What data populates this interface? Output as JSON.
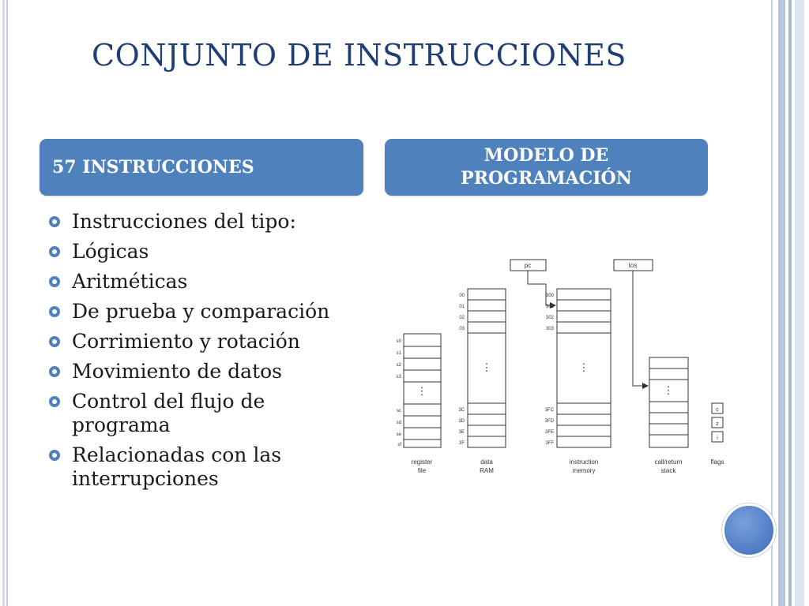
{
  "slide": {
    "title": "CONJUNTO DE INSTRUCCIONES",
    "left_header": "57 INSTRUCCIONES",
    "right_header_line1": "MODELO DE",
    "right_header_line2": "PROGRAMACIÓN",
    "bullets": [
      "Instrucciones del tipo:",
      "Lógicas",
      "Aritméticas",
      "De prueba y comparación",
      "Corrimiento y rotación",
      "Movimiento de datos",
      "Control del flujo de programa",
      "Relacionadas con las interrupciones"
    ]
  },
  "diagram": {
    "pc_label": "pc",
    "tos_label": "tos",
    "register_file": {
      "top_cells": [
        "s0",
        "s1",
        "s2",
        "s3"
      ],
      "bottom_cells": [
        "sc",
        "sd",
        "se",
        "sf"
      ],
      "label_line1": "register",
      "label_line2": "file"
    },
    "data_ram": {
      "top_cells": [
        "00",
        "01",
        "02",
        "03"
      ],
      "bottom_cells": [
        "3C",
        "3D",
        "3E",
        "3F"
      ],
      "label_line1": "data",
      "label_line2": "RAM"
    },
    "instruction_memory": {
      "top_cells": [
        "300",
        "301",
        "302",
        "303"
      ],
      "bottom_cells": [
        "3FC",
        "3FD",
        "3FE",
        "3FF"
      ],
      "label_line1": "instruction",
      "label_line2": "memory"
    },
    "call_return_stack": {
      "label_line1": "call/return",
      "label_line2": "stack"
    },
    "flags": {
      "cells": [
        "c",
        "z",
        "i"
      ],
      "label": "flags"
    },
    "ellipsis": "⋮"
  },
  "colors": {
    "accent": "#4f81bd",
    "title": "#1f3f74"
  }
}
